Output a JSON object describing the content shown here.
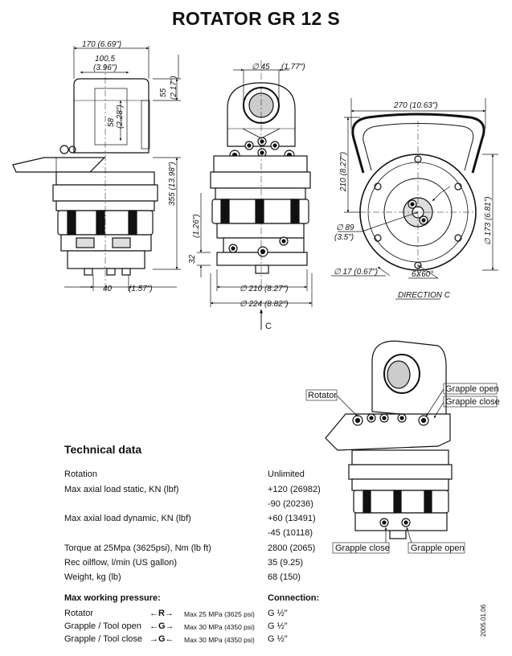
{
  "title": "ROTATOR GR 12 S",
  "dims": {
    "w170": "170 (6.69\")",
    "w100": "100,5",
    "w100in": "(3.96\")",
    "h55": "55",
    "h55in": "(2.17\")",
    "h58": "58",
    "h58in": "(2.28\")",
    "h355": "355 (13.98\")",
    "h32": "32",
    "h32in": "(1.26\")",
    "w40": "40",
    "w40in": "(1.57\")",
    "d45": "∅ 45",
    "d45in": "(1.77\")",
    "d210": "∅ 210 (8.27\")",
    "d224": "∅ 224 (8.82\")",
    "c_arrow": "C",
    "w270": "270 (10.63\")",
    "h210": "210 (8.27\")",
    "d173": "∅ 173 (6.81\")",
    "d89": "∅ 89",
    "d89in": "(3.5\")",
    "d17": "∅ 17 (0.67\")",
    "holes": "6X60°",
    "direction": "DIRECTION C"
  },
  "callouts": {
    "rotator": "Rotator",
    "grapple_open_top": "Grapple open",
    "grapple_close_top": "Grapple close",
    "grapple_close_bottom": "Grapple close",
    "grapple_open_bottom": "Grapple open"
  },
  "technical": {
    "heading": "Technical data",
    "rows": [
      {
        "label": "Rotation",
        "value": "Unlimited"
      },
      {
        "label": "Max axial load static, KN (lbf)",
        "value": "+120 (26982)"
      },
      {
        "label": "",
        "value": "-90 (20236)"
      },
      {
        "label": "Max axial load dynamic, KN (lbf)",
        "value": "+60 (13491)"
      },
      {
        "label": "",
        "value": "-45 (10118)"
      },
      {
        "label": "Torque at 25Mpa (3625psi), Nm (lb ft)",
        "value": "2800 (2065)"
      },
      {
        "label": "Rec oilflow, l/min (US gallon)",
        "value": "35 (9.25)"
      },
      {
        "label": "Weight, kg (lb)",
        "value": "68 (150)"
      }
    ]
  },
  "pressure": {
    "heading": "Max working pressure:",
    "connection_heading": "Connection:",
    "rows": [
      {
        "label": "Rotator",
        "arrow": "←R→",
        "max": "Max 25 MPa (3625 psi)",
        "conn": "G ½\""
      },
      {
        "label": "Grapple / Tool open",
        "arrow": "←G→",
        "max": "Max 30 MPa (4350 psi)",
        "conn": "G ½\""
      },
      {
        "label": "Grapple / Tool close",
        "arrow": "→G←",
        "max": "Max 30 MPa (4350 psi)",
        "conn": "G ½\""
      }
    ]
  },
  "date_code": "2005.01.06"
}
